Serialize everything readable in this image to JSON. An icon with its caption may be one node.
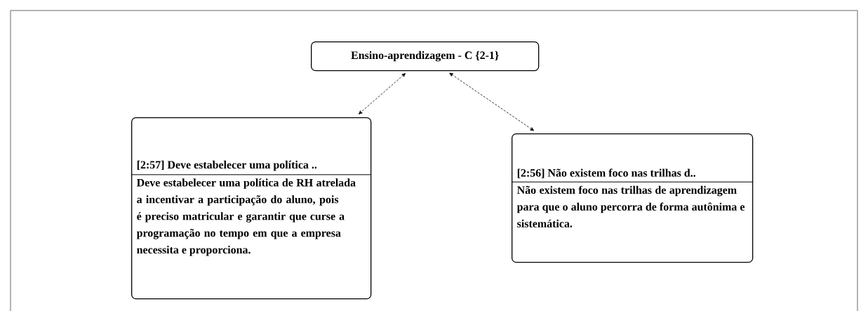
{
  "diagram": {
    "nodes": [
      {
        "text": [
          "Ensino-aprendizagem - C {2-1}"
        ]
      },
      {
        "text": [
          "[2:57] Deve estabelecer uma política ..",
          "Deve estabelecer uma política de RH atrelada a incentivar a participação do aluno, pois é preciso matricular e garantir que curse a programação no tempo em que a empresa necessita e proporciona."
        ]
      },
      {
        "text": [
          "[2:56] Não existem foco nas trilhas d..",
          "Não existem foco nas trilhas de aprendizagem para que o aluno percorra de forma autônima e sistemática."
        ]
      }
    ],
    "edges": [
      {
        "from": 0,
        "to": 1,
        "arrow": "both",
        "style": "dashed"
      },
      {
        "from": 0,
        "to": 2,
        "arrow": "both",
        "style": "dashed"
      }
    ]
  }
}
